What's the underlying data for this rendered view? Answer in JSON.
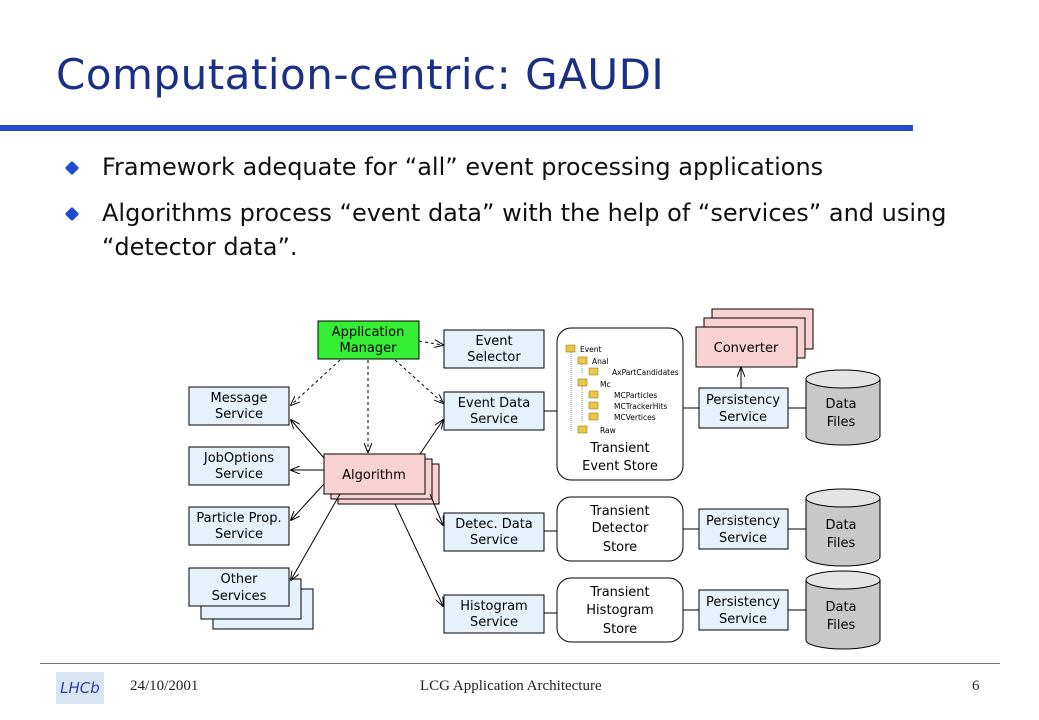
{
  "slide": {
    "title": "Computation-centric: GAUDI",
    "bullets": [
      "Framework adequate for “all” event processing applications",
      "Algorithms process “event data” with the help of “services” and using “detector data”."
    ]
  },
  "diagram": {
    "app_manager": [
      "Application",
      "Manager"
    ],
    "event_selector": [
      "Event",
      "Selector"
    ],
    "message_service": [
      "Message",
      "Service"
    ],
    "joboptions_service": [
      "JobOptions",
      "Service"
    ],
    "particle_service": [
      "Particle Prop.",
      "Service"
    ],
    "other_services": [
      "Other",
      "Services"
    ],
    "algorithm": "Algorithm",
    "event_data_service": [
      "Event Data",
      "Service"
    ],
    "detec_data_service": [
      "Detec. Data",
      "Service"
    ],
    "histogram_service": [
      "Histogram",
      "Service"
    ],
    "transient_event_store": [
      "Transient",
      "Event Store"
    ],
    "transient_detector_store": [
      "Transient",
      "Detector",
      "Store"
    ],
    "transient_histogram_store": [
      "Transient",
      "Histogram",
      "Store"
    ],
    "converter": "Converter",
    "persistency_service": [
      "Persistency",
      "Service"
    ],
    "data_files": [
      "Data",
      "Files"
    ],
    "tree": [
      "Event",
      "Anal",
      "AxPartCandidates",
      "Mc",
      "MCParticles",
      "MCTrackerHits",
      "MCVertices",
      "Raw"
    ]
  },
  "colors": {
    "title": "#1a2f86",
    "rule": "#1f4bd0",
    "service_box": "#e6f2fb",
    "app_manager": "#33ee33",
    "algorithm": "#f8d2d2",
    "data_files": "#c8c8c8"
  },
  "footer": {
    "date": "24/10/2001",
    "title": "LCG Application Architecture",
    "page": "6",
    "logo_text": "LHCb"
  }
}
